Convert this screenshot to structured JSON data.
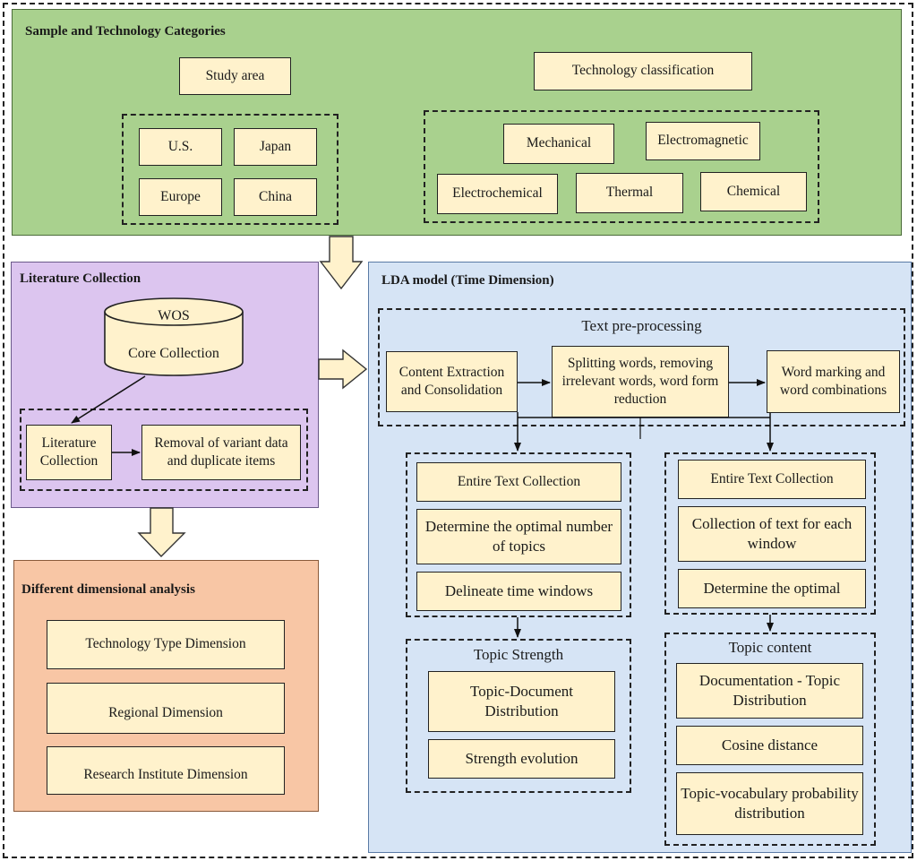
{
  "sample": {
    "title": "Sample and Technology Categories",
    "study_area": "Study area",
    "regions": [
      "U.S.",
      "Japan",
      "Europe",
      "China"
    ],
    "tech_classification": "Technology classification",
    "techs": [
      "Mechanical",
      "Electromagnetic",
      "Electrochemical",
      "Thermal",
      "Chemical"
    ]
  },
  "literature": {
    "title": "Literature Collection",
    "db_line1": "WOS",
    "db_line2": "Core Collection",
    "collection": "Literature Collection",
    "removal": "Removal of variant data and duplicate items"
  },
  "dimensional": {
    "title": "Different dimensional analysis",
    "items": [
      "Technology Type Dimension",
      "Regional Dimension",
      "Research Institute Dimension"
    ]
  },
  "lda": {
    "title": "LDA model (Time Dimension)",
    "preprocessing": {
      "title": "Text pre-processing",
      "steps": [
        "Content Extraction and Consolidation",
        "Splitting words, removing irrelevant words, word form reduction",
        "Word marking and word combinations"
      ]
    },
    "left_branch": [
      "Entire Text Collection",
      "Determine the optimal number of topics",
      "Delineate time windows"
    ],
    "right_branch": [
      "Entire Text Collection",
      "Collection of text for each window",
      "Determine the optimal"
    ],
    "topic_strength": {
      "title": "Topic Strength",
      "items": [
        "Topic-Document Distribution",
        "Strength evolution"
      ]
    },
    "topic_content": {
      "title": "Topic content",
      "items": [
        "Documentation - Topic Distribution",
        "Cosine distance",
        "Topic-vocabulary probability distribution"
      ]
    }
  }
}
